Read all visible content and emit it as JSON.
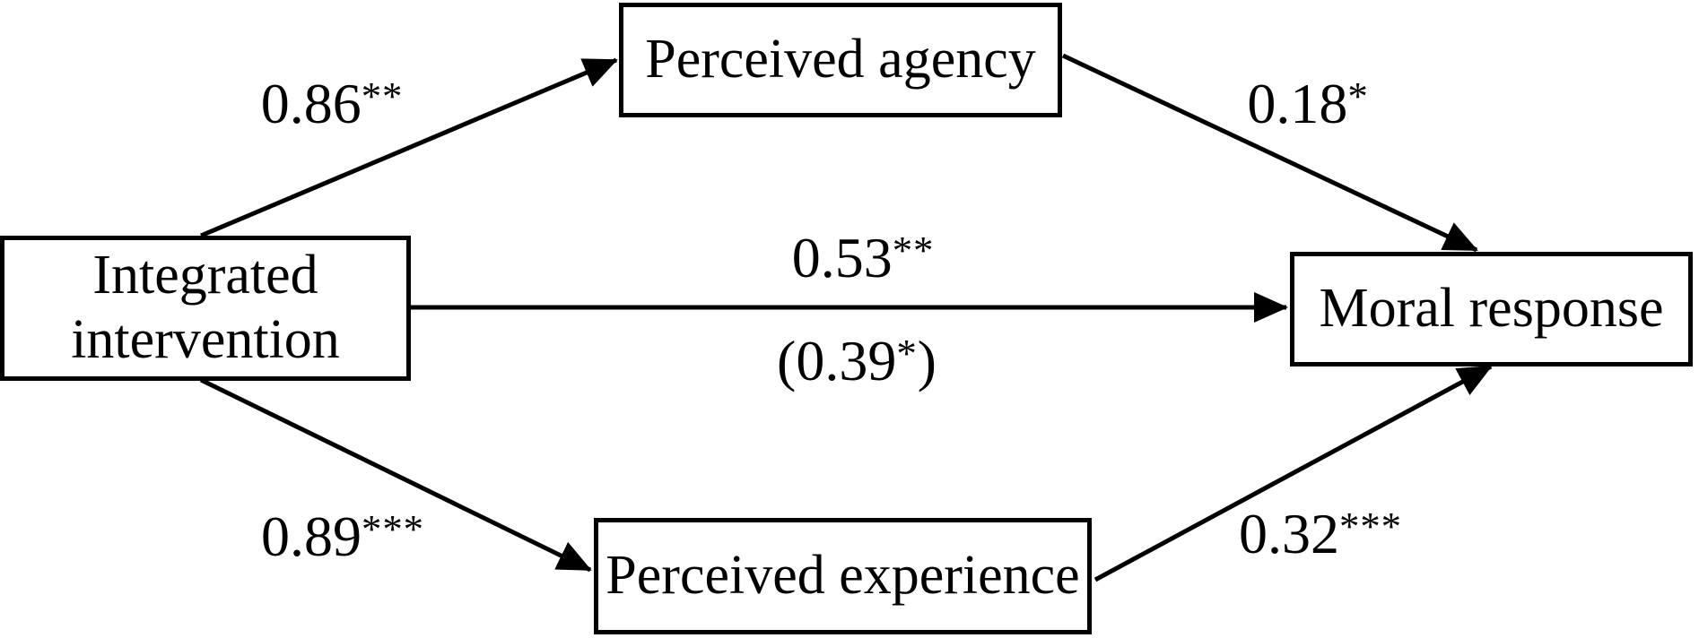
{
  "figure": {
    "type": "mediation-path-diagram",
    "background": "#ffffff",
    "line_color": "#000000",
    "text_color": "#000000"
  },
  "nodes": {
    "predictor": {
      "label": "Integrated intervention",
      "lines": [
        "Integrated",
        "intervention"
      ]
    },
    "mediator_top": {
      "label": "Perceived agency"
    },
    "mediator_bottom": {
      "label": "Perceived experience"
    },
    "outcome": {
      "label": "Moral response"
    }
  },
  "paths": {
    "intervention_to_agency": {
      "from": "Integrated intervention",
      "to": "Perceived agency",
      "value": "0.86",
      "stars": "**"
    },
    "agency_to_moral": {
      "from": "Perceived agency",
      "to": "Moral response",
      "value": "0.18",
      "stars": "*"
    },
    "direct": {
      "from": "Integrated intervention",
      "to": "Moral response",
      "value": "0.53",
      "stars": "**"
    },
    "direct_adjusted": {
      "from": "Integrated intervention",
      "to": "Moral response",
      "open": "(",
      "value": "0.39",
      "stars": "*",
      "close": ")"
    },
    "intervention_to_experience": {
      "from": "Integrated intervention",
      "to": "Perceived experience",
      "value": "0.89",
      "stars": "***"
    },
    "experience_to_moral": {
      "from": "Perceived experience",
      "to": "Moral response",
      "value": "0.32",
      "stars": "***"
    }
  }
}
